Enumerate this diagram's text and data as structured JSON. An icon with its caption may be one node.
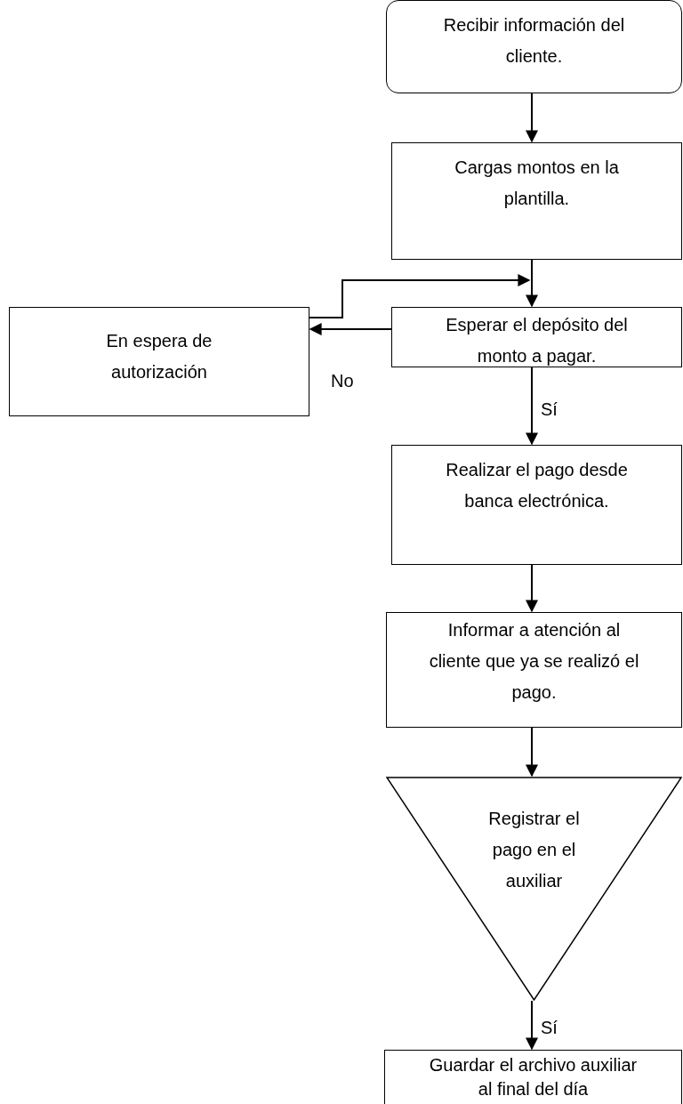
{
  "diagram": {
    "nodes": [
      {
        "text": [
          "Recibir información del cliente."
        ]
      },
      {
        "text": [
          "Cargas montos en la plantilla."
        ]
      },
      {
        "text": [
          "Esperar el depósito del monto a pagar."
        ]
      },
      {
        "text": [
          "En espera de autorización"
        ]
      },
      {
        "text": [
          "Realizar el pago desde banca electrónica."
        ]
      },
      {
        "text": [
          "Informar a atención al cliente que ya se realizó el pago."
        ]
      },
      {
        "text": [
          "Registrar el pago en el auxiliar"
        ]
      },
      {
        "text": [
          "Guardar el archivo auxiliar al final del día"
        ]
      }
    ],
    "edges": [
      {
        "from": 0,
        "to": 1,
        "arrow": "to"
      },
      {
        "from": 1,
        "to": 2,
        "arrow": "to"
      },
      {
        "from": 2,
        "to": 3,
        "arrow": "to",
        "label": "No"
      },
      {
        "from": 3,
        "to": 2,
        "arrow": "to"
      },
      {
        "from": 2,
        "to": 4,
        "arrow": "to",
        "label": "Sí"
      },
      {
        "from": 4,
        "to": 5,
        "arrow": "to"
      },
      {
        "from": 5,
        "to": 6,
        "arrow": "to"
      },
      {
        "from": 6,
        "to": 7,
        "arrow": "to",
        "label": "Sí"
      }
    ]
  }
}
